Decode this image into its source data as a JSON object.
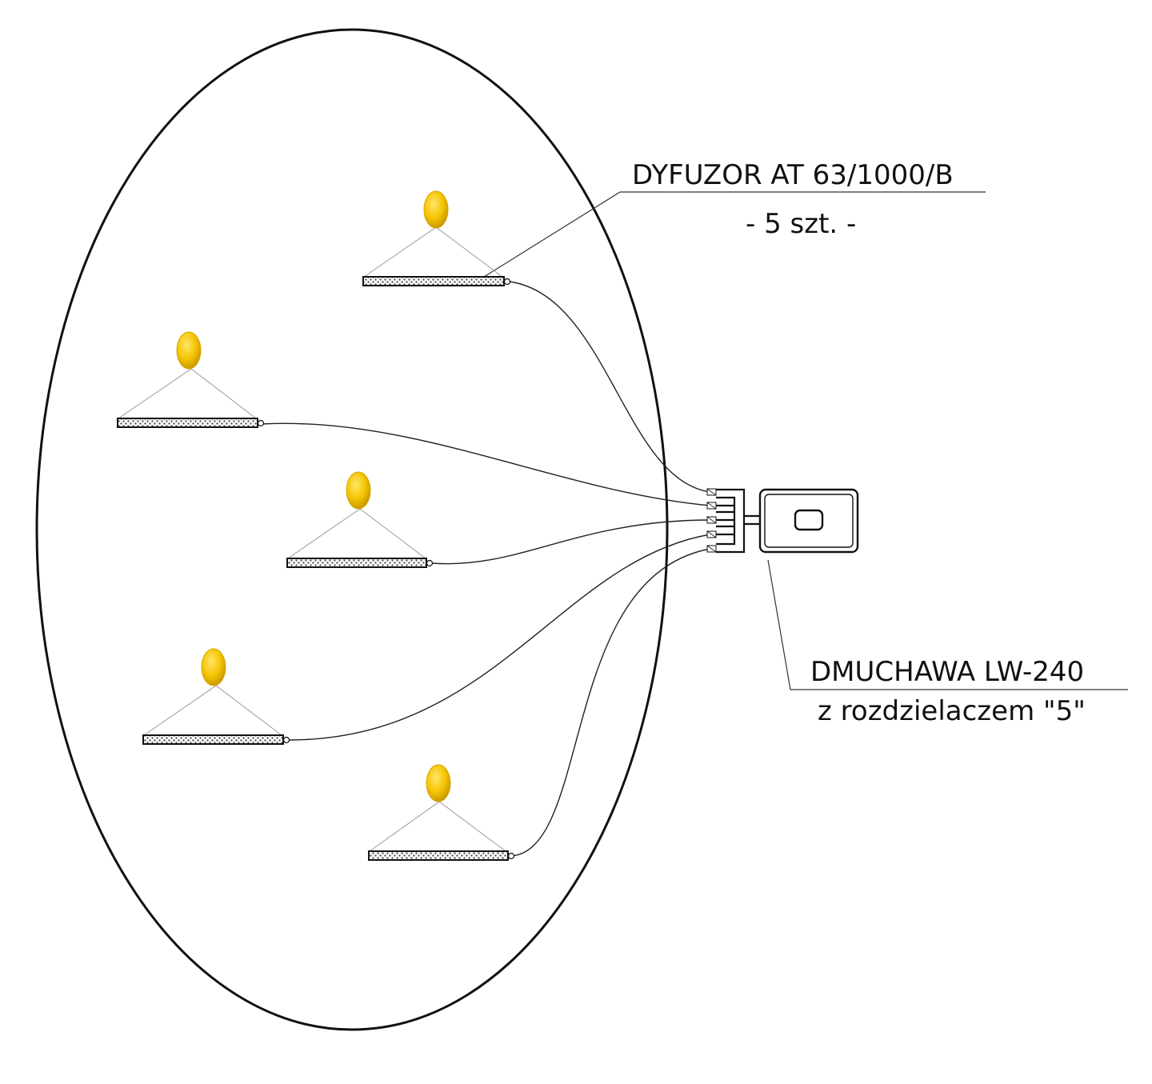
{
  "diffuser_label": {
    "title": "DYFUZOR AT 63/1000/B",
    "count": "- 5 szt. -"
  },
  "blower_label": {
    "title": "DMUCHAWA  LW-240",
    "subtitle": "z rozdzielaczem \"5\""
  },
  "diffuser_units": 5,
  "manifold_outlets": 5,
  "colors": {
    "line": "#111111",
    "float_fill": "#f5c400",
    "float_highlight": "#ffe36b",
    "diffuser_body": "#222222",
    "diffuser_pores": "#d9d9d9",
    "rope": "#9a9a9a"
  }
}
